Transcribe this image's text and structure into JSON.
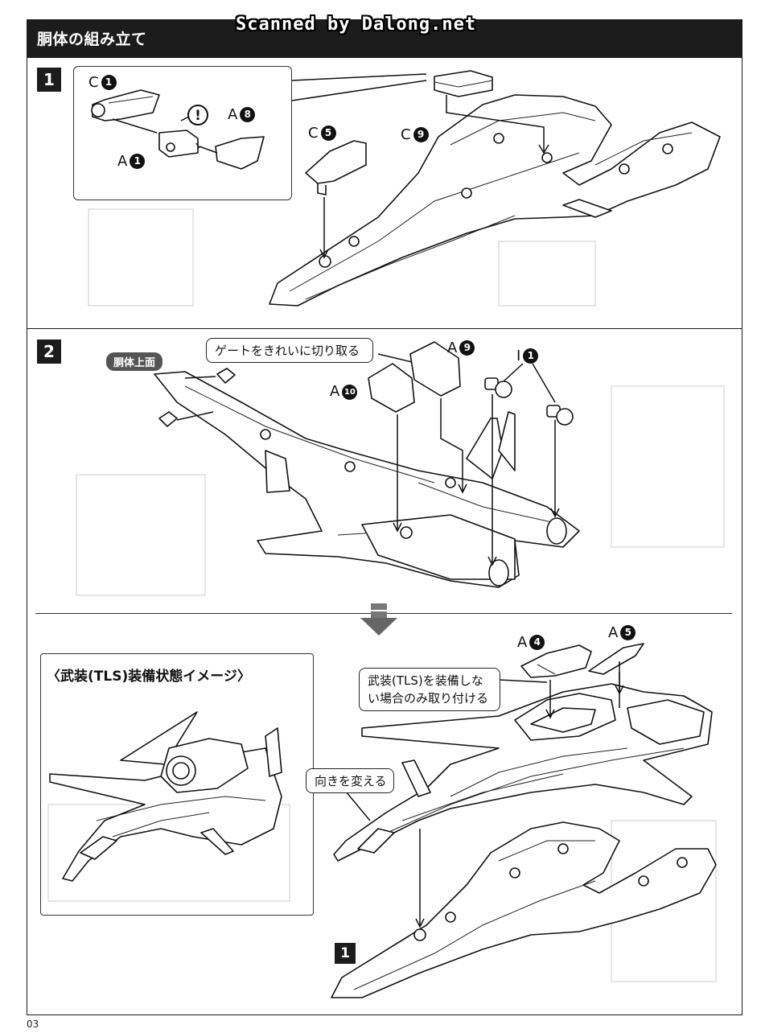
{
  "header": {
    "title": "胴体の組み立て",
    "watermark": "Scanned by Dalong.net"
  },
  "steps": {
    "step1": {
      "number": "1",
      "parts": [
        {
          "letter": "C",
          "num": "1"
        },
        {
          "letter": "A",
          "num": "8"
        },
        {
          "letter": "A",
          "num": "1"
        },
        {
          "letter": "C",
          "num": "5"
        },
        {
          "letter": "C",
          "num": "9"
        }
      ],
      "warning_symbol": "!"
    },
    "step2": {
      "number": "2",
      "tag": "胴体上面",
      "callout_gate": "ゲートをきれいに切り取る",
      "parts": [
        {
          "letter": "A",
          "num": "9"
        },
        {
          "letter": "A",
          "num": "10"
        },
        {
          "letter": "I",
          "num": "1"
        }
      ]
    },
    "step3": {
      "parts": [
        {
          "letter": "A",
          "num": "4"
        },
        {
          "letter": "A",
          "num": "5"
        }
      ],
      "callout_tls_line1": "武装(TLS)を装備しな",
      "callout_tls_line2": "い場合のみ取り付ける",
      "callout_rotate": "向きを変える",
      "ref_step": "1"
    }
  },
  "image_panel": {
    "title": "〈武装(TLS)装備状態イメージ〉"
  },
  "footer": {
    "page_number": "03"
  }
}
